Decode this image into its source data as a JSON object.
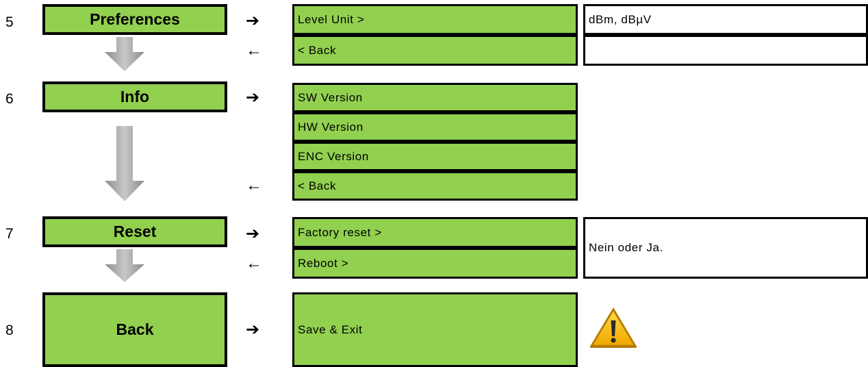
{
  "sections": [
    {
      "number": "5",
      "menu_label": "Preferences",
      "options": [
        "Level Unit >",
        "< Back"
      ],
      "notes": [
        "dBm, dBµV",
        ""
      ]
    },
    {
      "number": "6",
      "menu_label": "Info",
      "options": [
        "SW Version",
        "HW Version",
        "ENC Version",
        "< Back"
      ]
    },
    {
      "number": "7",
      "menu_label": "Reset",
      "options": [
        "Factory reset >",
        "Reboot >"
      ],
      "notes": [
        "Nein oder Ja."
      ]
    },
    {
      "number": "8",
      "menu_label": "Back",
      "options": [
        "Save & Exit"
      ]
    }
  ],
  "arrows": {
    "right": "➔",
    "left": "🡐"
  },
  "colors": {
    "menu_fill": "#92d050",
    "border": "#000000",
    "flow_arrow": "#a6a6a6",
    "warning_fill": "#f5b800"
  },
  "icons": {
    "flow": "down-arrow-icon",
    "warning": "warning-icon"
  }
}
